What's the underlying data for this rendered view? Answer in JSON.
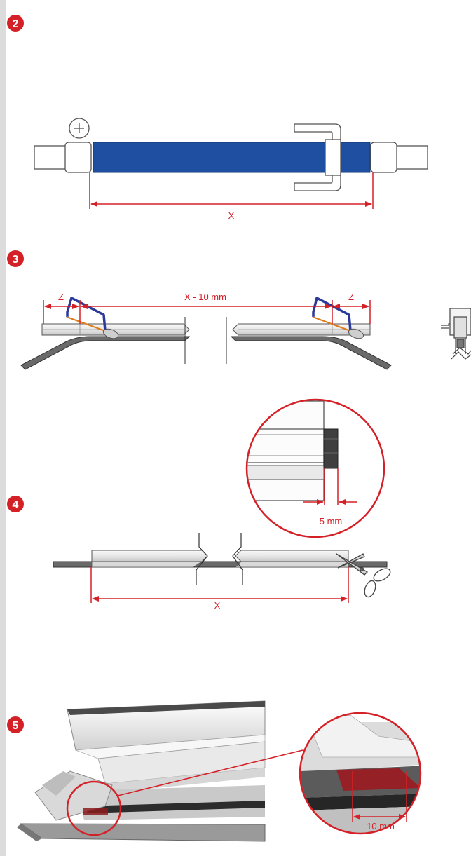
{
  "colors": {
    "accent": "#d42027",
    "blue_bar": "#1f4fa0",
    "outline": "#555555",
    "side_strip": "#dcdcdc"
  },
  "steps": [
    {
      "number": "2",
      "icon": "plus-icon",
      "dimension_label": "X"
    },
    {
      "number": "3",
      "dimension_labels": [
        "Z",
        "X - 10 mm",
        "Z"
      ],
      "icons": [
        "hacksaw-icon",
        "hacksaw-icon"
      ]
    },
    {
      "number": "4",
      "dimension_label": "X",
      "detail_label": "5 mm",
      "icon": "scissors-icon"
    },
    {
      "number": "5",
      "detail_label": "10 mm"
    }
  ]
}
